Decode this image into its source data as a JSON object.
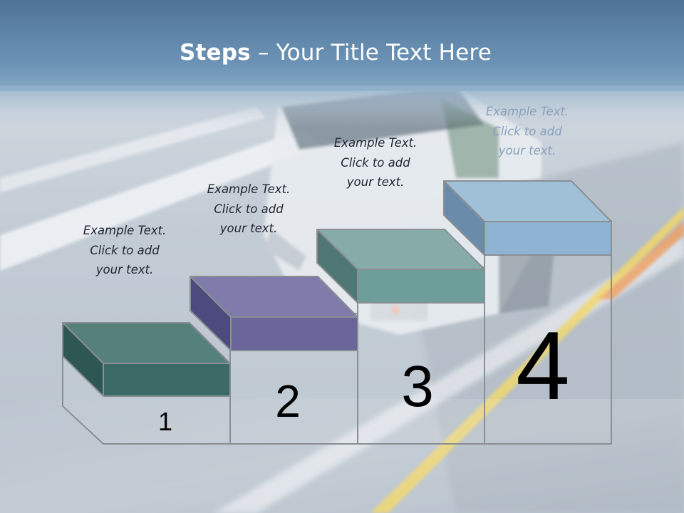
{
  "title": {
    "bold_part": "Steps",
    "rest": " – Your Title Text Here"
  },
  "steps": [
    {
      "number": "1",
      "color": "#56807a",
      "caption": {
        "line1": "Example Text.",
        "line2": "Click  to add",
        "line3": "your text."
      }
    },
    {
      "number": "2",
      "color": "#6a659b",
      "caption": {
        "line1": "Example Text.",
        "line2": "Click  to add",
        "line3": "your text."
      }
    },
    {
      "number": "3",
      "color": "#6d9e9a",
      "caption": {
        "line1": "Example Text.",
        "line2": "Click  to add",
        "line3": "your text."
      }
    },
    {
      "number": "4",
      "color": "#8fb4d3",
      "caption": {
        "line1": "Example Text.",
        "line2": "Click  to add",
        "line3": "your text."
      }
    }
  ]
}
